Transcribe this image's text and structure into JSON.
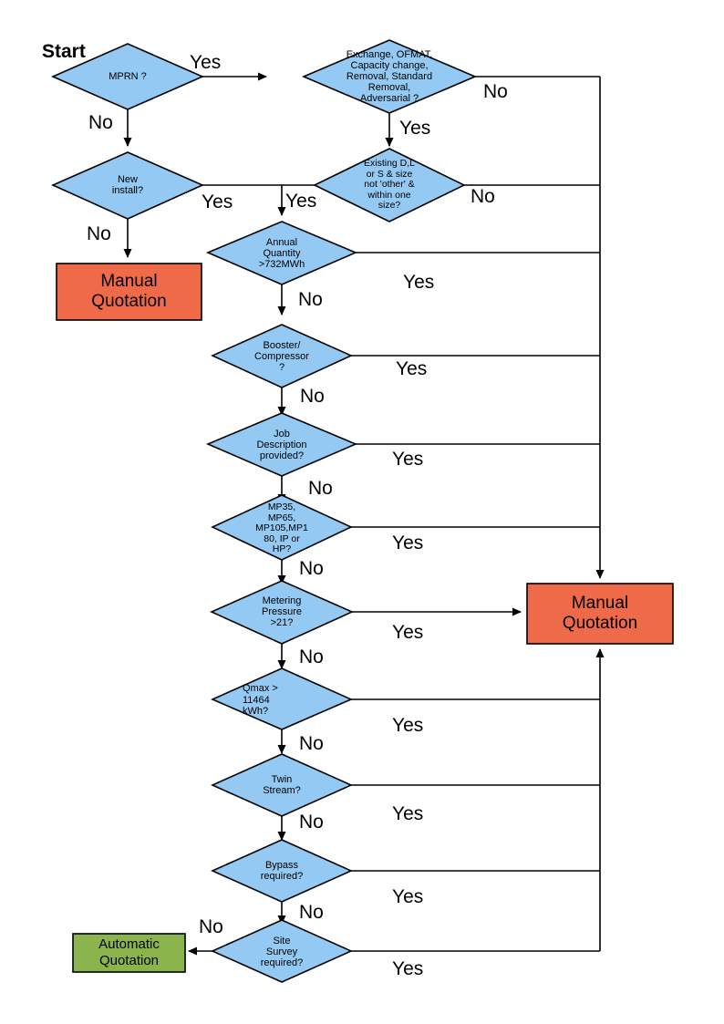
{
  "diagram": {
    "title_label": "Start",
    "colors": {
      "decision_fill": "#93C9F2",
      "decision_stroke": "#000000",
      "manual_fill": "#EF6A48",
      "automatic_fill": "#8CB44D",
      "line": "#000000",
      "background": "#FFFFFF"
    },
    "decisions": [
      {
        "id": "mprn",
        "text": "MPRN ?"
      },
      {
        "id": "exchange",
        "text": "Exchange, OFMAT,\nCapacity change,\nRemoval, Standard\nRemoval,\nAdversarial ?"
      },
      {
        "id": "newinst",
        "text": "New\ninstall?"
      },
      {
        "id": "existing",
        "text": "Existing D,L\nor S & size\nnot 'other' &\nwithin one\nsize?"
      },
      {
        "id": "annual",
        "text": "Annual\nQuantity\n>732MWh"
      },
      {
        "id": "booster",
        "text": "Booster/\nCompressor\n?"
      },
      {
        "id": "jobdesc",
        "text": "Job\nDescription\nprovided?"
      },
      {
        "id": "mpclass",
        "text": "MP35,\nMP65,\nMP105,MP1\n80, IP or\nHP?"
      },
      {
        "id": "metering",
        "text": "Metering\nPressure\n>21?"
      },
      {
        "id": "qmax",
        "text": "Qmax >\n11464\nkWh?"
      },
      {
        "id": "twin",
        "text": "Twin\nStream?"
      },
      {
        "id": "bypass",
        "text": "Bypass\nrequired?"
      },
      {
        "id": "sitesurvey",
        "text": "Site\nSurvey\nrequired?"
      }
    ],
    "terminals": [
      {
        "id": "manual-left",
        "text": "Manual\nQuotation",
        "type": "manual"
      },
      {
        "id": "manual-right",
        "text": "Manual\nQuotation",
        "type": "manual"
      },
      {
        "id": "automatic",
        "text": "Automatic\nQuotation",
        "type": "automatic"
      }
    ],
    "edge_labels": {
      "mprn_yes": "Yes",
      "mprn_no": "No",
      "exchange_no": "No",
      "exchange_yes": "Yes",
      "newinst_yes": "Yes",
      "newinst_no": "No",
      "existing_yes": "Yes",
      "existing_no": "No",
      "annual_yes": "Yes",
      "annual_no": "No",
      "booster_yes": "Yes",
      "booster_no": "No",
      "jobdesc_yes": "Yes",
      "jobdesc_no": "No",
      "mpclass_yes": "Yes",
      "mpclass_no": "No",
      "metering_yes": "Yes",
      "metering_no": "No",
      "qmax_yes": "Yes",
      "qmax_no": "No",
      "twin_yes": "Yes",
      "twin_no": "No",
      "bypass_yes": "Yes",
      "bypass_no": "No",
      "sitesurvey_yes": "Yes",
      "sitesurvey_no": "No"
    }
  }
}
